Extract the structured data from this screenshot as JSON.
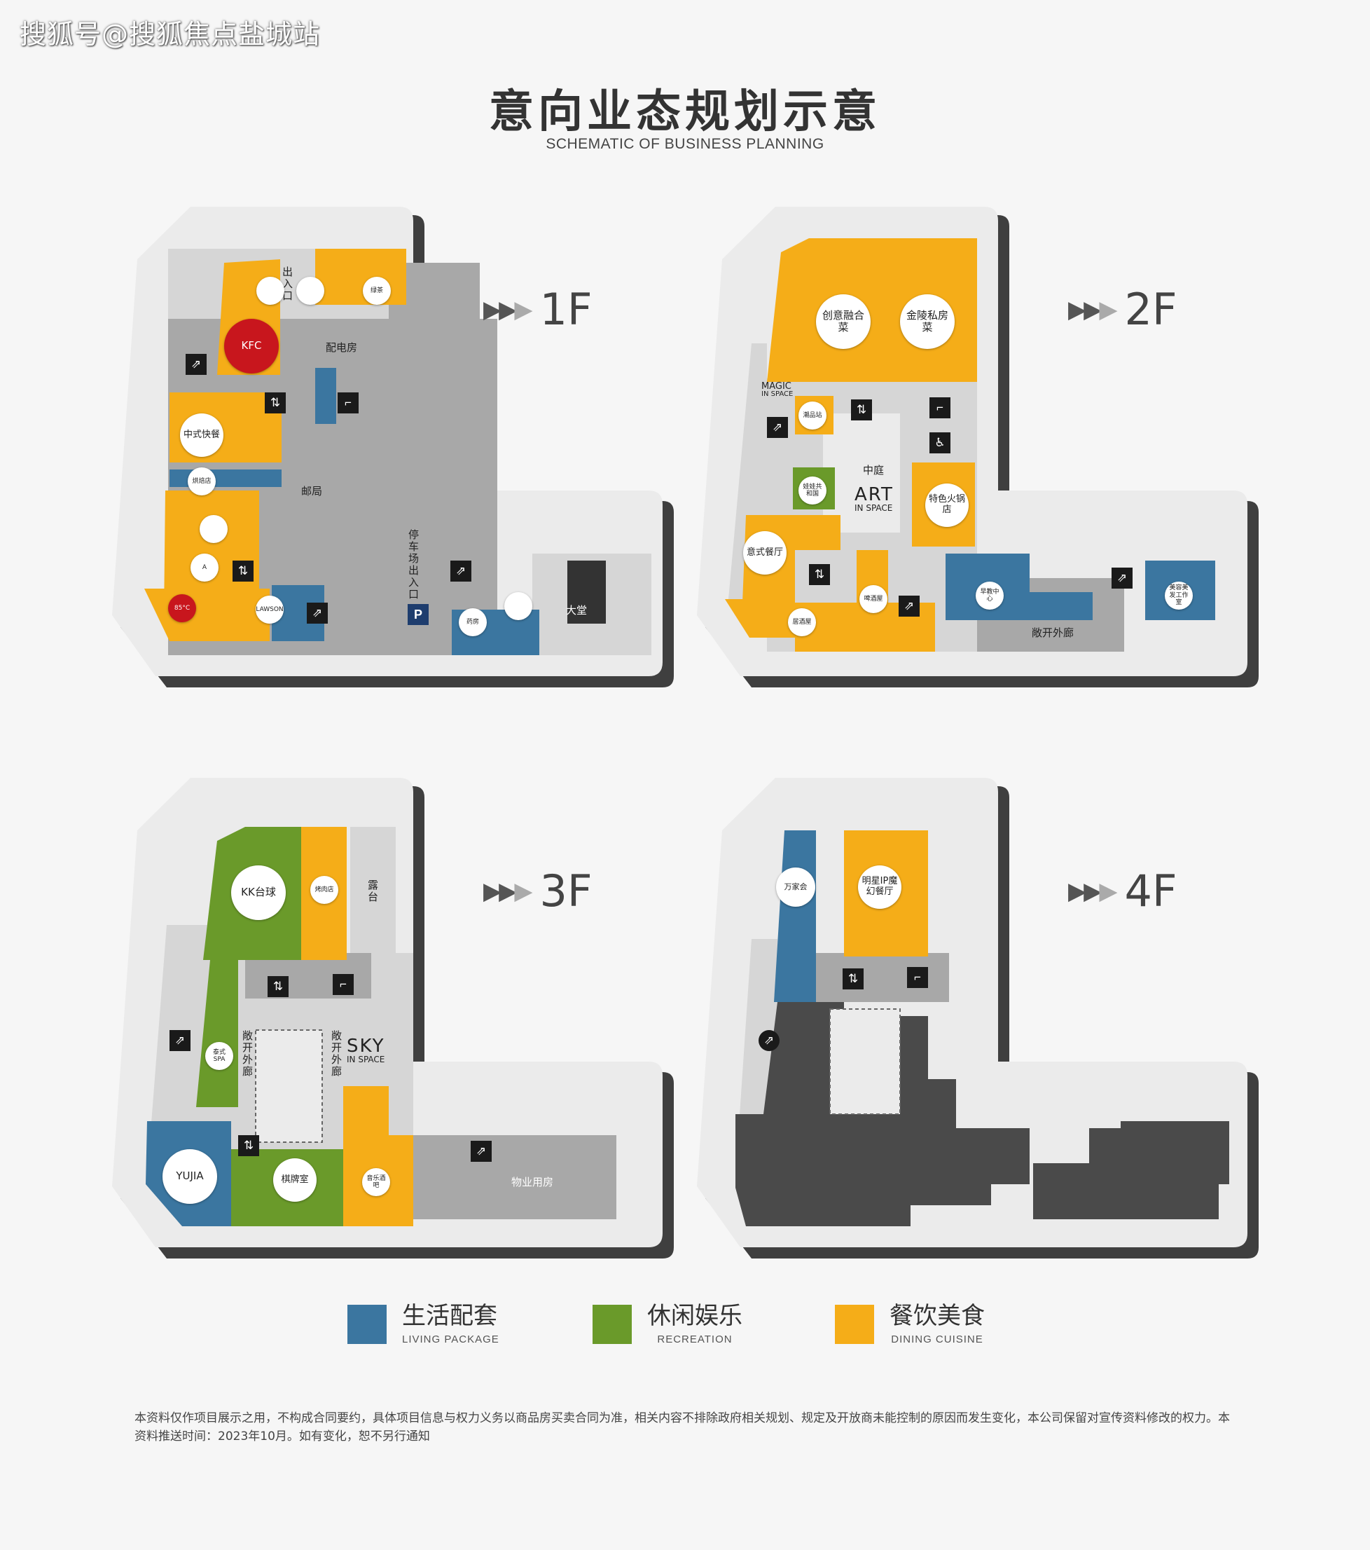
{
  "watermark": "搜狐号@搜狐焦点盐城站",
  "title": "意向业态规划示意",
  "subtitle": "SCHEMATIC OF BUSINESS PLANNING",
  "colors": {
    "living": "#3b76a0",
    "recreation": "#6a9a2a",
    "dining": "#f5ad18",
    "gray": "#a8a8a8",
    "dark": "#4a4a4a"
  },
  "floors": {
    "f1": {
      "label": "1F",
      "areas": {
        "exit": "出入口",
        "power": "配电房",
        "post": "邮局",
        "parking_exit": "停车场出入口",
        "lobby": "大堂",
        "parking_icon": "P"
      },
      "stores": {
        "s1": "",
        "s2": "",
        "kfc": "KFC",
        "chinese_fast": "中式快餐",
        "bakery": "烘焙店",
        "dominos": "",
        "a": "A",
        "c85": "85°C",
        "lawson": "LAWSON",
        "pharmacy": "药房",
        "bank": "",
        "s3": "绿茶"
      }
    },
    "f2": {
      "label": "2F",
      "areas": {
        "magic": "MAGIC",
        "magic_sub": "IN SPACE",
        "atrium": "中庭",
        "art": "ART",
        "art_sub": "IN SPACE",
        "corridor": "敞开外廊"
      },
      "stores": {
        "fusion": "创意融合菜",
        "jinling": "金陵私房菜",
        "tide": "潮品站",
        "doll": "娃娃共和国",
        "hotpot": "特色火锅店",
        "italian": "意式餐厅",
        "beer": "啤酒屋",
        "izakaya": "居酒屋",
        "early_edu": "早教中心",
        "beauty": "美容美发工作室"
      }
    },
    "f3": {
      "label": "3F",
      "areas": {
        "terrace": "露台",
        "corridor_a": "敞开外廊",
        "corridor_b": "敞开外廊",
        "sky": "SKY",
        "sky_sub": "IN SPACE",
        "property": "物业用房"
      },
      "stores": {
        "kk": "KK台球",
        "bbq": "烤肉店",
        "thai_spa": "泰式SPA",
        "yujia": "YUJIA",
        "chess": "棋牌室",
        "music_bar": "音乐酒吧"
      }
    },
    "f4": {
      "label": "4F",
      "stores": {
        "wanjia": "万家会",
        "star_ip": "明星IP魔幻餐厅"
      }
    }
  },
  "legend": [
    {
      "zh": "生活配套",
      "en": "LIVING PACKAGE",
      "color": "#3b76a0"
    },
    {
      "zh": "休闲娱乐",
      "en": "RECREATION",
      "color": "#6a9a2a"
    },
    {
      "zh": "餐饮美食",
      "en": "DINING CUISINE",
      "color": "#f5ad18"
    }
  ],
  "disclaimer": "本资料仅作项目展示之用，不构成合同要约，具体项目信息与权力义务以商品房买卖合同为准，相关内容不排除政府相关规划、规定及开放商未能控制的原因而发生变化，本公司保留对宣传资料修改的权力。本资料推送时间：2023年10月。如有变化，恕不另行通知"
}
